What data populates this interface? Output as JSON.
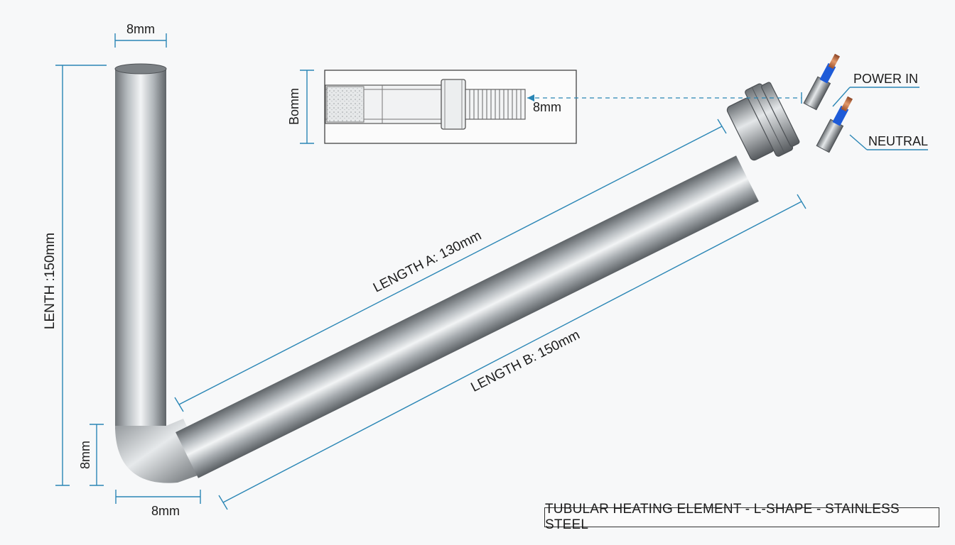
{
  "labels": {
    "top_width": "8mm",
    "length_vertical": "LENTH :150mm",
    "bend_height": "8mm",
    "bottom_width": "8mm",
    "length_a": "LENGTH A: 130mm",
    "length_b": "LENGTH B: 150mm",
    "detail_height": "Bomm",
    "detail_thread": "8mm",
    "power_in": "POWER IN",
    "neutral": "NEUTRAL"
  },
  "title": "TUBULAR HEATING ELEMENT - L-SHAPE - STAINLESS STEEL",
  "colors": {
    "dimension_line": "#2a86b5",
    "steel_dark": "#6f7478",
    "steel_light": "#f2f4f5",
    "copper": "#c8744a",
    "insulator_blue": "#1e5bd8"
  }
}
